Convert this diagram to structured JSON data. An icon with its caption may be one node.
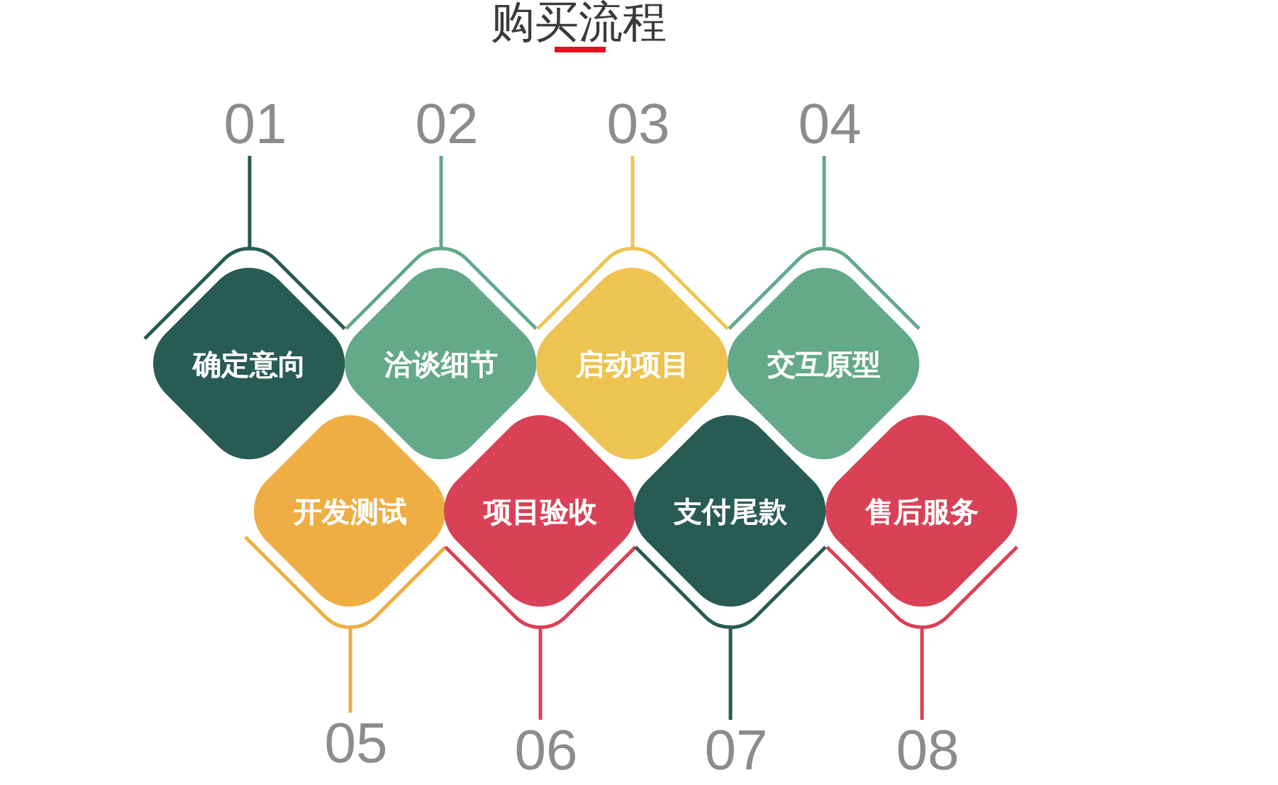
{
  "diagram": {
    "title": "购买流程",
    "nodes": [
      {
        "text": [
          "01"
        ]
      },
      {
        "text": [
          "02"
        ]
      },
      {
        "text": [
          "03"
        ]
      },
      {
        "text": [
          "04"
        ]
      },
      {
        "text": [
          "确定意向"
        ]
      },
      {
        "text": [
          "洽谈细节"
        ]
      },
      {
        "text": [
          "启动项目"
        ]
      },
      {
        "text": [
          "交互原型"
        ]
      },
      {
        "text": [
          "开发测试"
        ]
      },
      {
        "text": [
          "项目验收"
        ]
      },
      {
        "text": [
          "支付尾款"
        ]
      },
      {
        "text": [
          "售后服务"
        ]
      },
      {
        "text": [
          "05"
        ]
      },
      {
        "text": [
          "06"
        ]
      },
      {
        "text": [
          "07"
        ]
      },
      {
        "text": [
          "08"
        ]
      }
    ],
    "edges": [
      {
        "from": 0,
        "to": 4,
        "arrow": "none",
        "color": "#285b53"
      },
      {
        "from": 1,
        "to": 5,
        "arrow": "none",
        "color": "#63a98a"
      },
      {
        "from": 2,
        "to": 6,
        "arrow": "none",
        "color": "#edc352"
      },
      {
        "from": 3,
        "to": 7,
        "arrow": "none",
        "color": "#63a98a"
      },
      {
        "from": 12,
        "to": 8,
        "arrow": "none",
        "color": "#eeae43"
      },
      {
        "from": 13,
        "to": 9,
        "arrow": "none",
        "color": "#d94156"
      },
      {
        "from": 14,
        "to": 10,
        "arrow": "none",
        "color": "#285b53"
      },
      {
        "from": 15,
        "to": 11,
        "arrow": "none",
        "color": "#d94156"
      }
    ]
  }
}
